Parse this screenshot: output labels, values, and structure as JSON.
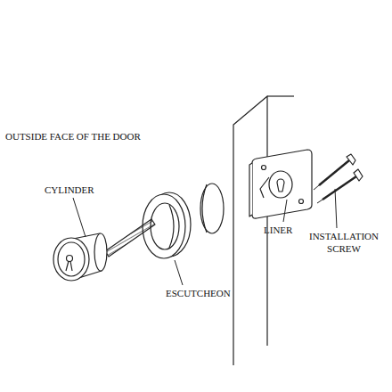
{
  "diagram": {
    "labels": [
      "OUTSIDE FACE OF THE DOOR",
      "CYLINDER",
      "ESCUTCHEON",
      "LINER",
      "INSTALLATION SCREW"
    ]
  }
}
